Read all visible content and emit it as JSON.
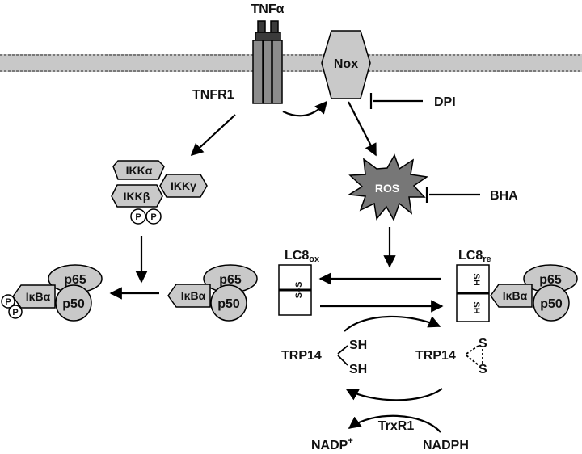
{
  "colors": {
    "membrane": "#c8c8c8",
    "membrane_dots": "#7a7a7a",
    "receptor_dark": "#3a3a3a",
    "receptor_mid": "#8c8c8c",
    "node_fill": "#c9c9c9",
    "ros_fill": "#777777",
    "box_fill": "#ffffff",
    "line": "#000000"
  },
  "labels": {
    "tnfa": "TNFα",
    "tnfr1": "TNFR1",
    "nox": "Nox",
    "dpi": "DPI",
    "ros": "ROS",
    "bha": "BHA",
    "ikka": "IKKα",
    "ikkb": "IKKβ",
    "ikkg": "IKKγ",
    "phospho": "P",
    "ikba": "IκBα",
    "p65": "p65",
    "p50": "p50",
    "lc8_ox_main": "LC8",
    "lc8_ox_sub": "ox",
    "lc8_re_main": "LC8",
    "lc8_re_sub": "re",
    "disulfide": "S–S",
    "sh": "SH",
    "s": "S",
    "trp14": "TRP14",
    "trxr1": "TrxR1",
    "nadp": "NADP",
    "nadp_sup": "+",
    "nadph": "NADPH"
  },
  "icons": {
    "receptor": "tnfr1-receptor-icon",
    "nox": "nox-enzyme-icon",
    "ros": "ros-starburst-icon",
    "inhibit": "inhibition-tbar-icon"
  }
}
